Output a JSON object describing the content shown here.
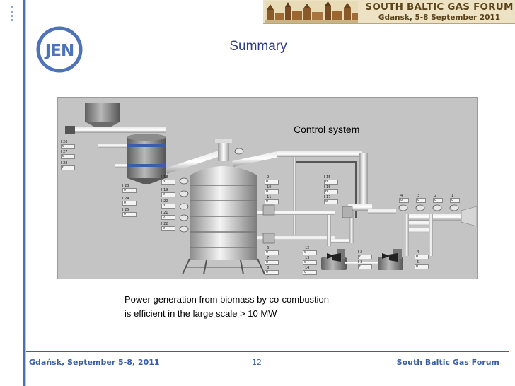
{
  "banner": {
    "title": "SOUTH BALTIC GAS FORUM",
    "subtitle": "Gdansk, 5-8 September 2011"
  },
  "logo": {
    "text": "JEN"
  },
  "slide": {
    "title": "Summary"
  },
  "panel": {
    "caption": "Control system",
    "tags_left": [
      "I 26",
      "I 27",
      "I 28"
    ],
    "tags_mid_left": [
      "I 23",
      "I 24",
      "I 25"
    ],
    "tags_mid": [
      "I 18",
      "I 19",
      "I 20",
      "I 21",
      "I 22"
    ],
    "tags_col_center": [
      "I 9",
      "I 10",
      "I 11"
    ],
    "tags_col_right": [
      "I 15",
      "I 16",
      "I 17"
    ],
    "tags_bottom_a": [
      "I 6",
      "I 7",
      "I 8"
    ],
    "tags_bottom_b": [
      "I 12",
      "I 13",
      "I 14"
    ],
    "tags_bottom_c": [
      "I 2",
      "I 3"
    ],
    "tags_bottom_d": [
      "I 4",
      "I 5"
    ],
    "tags_top_right": [
      "4",
      "3",
      "2",
      "1"
    ],
    "default_value": "0"
  },
  "body": {
    "line1": "Power generation from biomass by co-combustion",
    "line2": "is efficient in the large scale > 10 MW"
  },
  "footer": {
    "left": "Gdańsk, September 5-8, 2011",
    "page_number": "12",
    "right": "South Baltic Gas Forum"
  },
  "colors": {
    "accent": "#3b5ea8",
    "title": "#2e3a8c",
    "panel_bg": "#c4c4c4",
    "banner_bg": "#ede3c4"
  }
}
